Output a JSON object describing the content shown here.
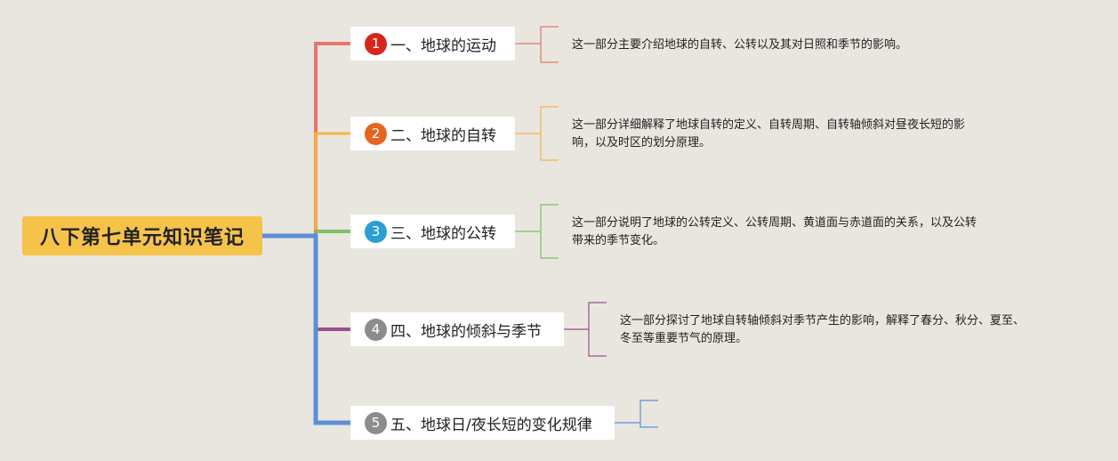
{
  "root": {
    "title": "八下第七单元知识笔记"
  },
  "branches": [
    {
      "num": "1",
      "label": "一、地球的运动",
      "color": "#e8756a",
      "badge": "#d6261b",
      "desc_lines": [
        "这一部分主要介绍地球的自转、公转以及其对日照和季节的影响。"
      ]
    },
    {
      "num": "2",
      "label": "二、地球的自转",
      "color": "#f2b640",
      "badge": "#e5641e",
      "desc_lines": [
        "这一部分详细解释了地球自转的定义、自转周期、自转轴倾斜对昼夜长短的影",
        "响，以及时区的划分原理。"
      ]
    },
    {
      "num": "3",
      "label": "三、地球的公转",
      "color": "#7cc163",
      "badge": "#2a9fd6",
      "desc_lines": [
        "这一部分说明了地球的公转定义、公转周期、黄道面与赤道面的关系，以及公转",
        "带来的季节变化。"
      ]
    },
    {
      "num": "4",
      "label": "四、地球的倾斜与季节",
      "color": "#9b4f8c",
      "badge": "#8c8c8c",
      "desc_lines": [
        "这一部分探讨了地球自转轴倾斜对季节产生的影响，解释了春分、秋分、夏至、",
        "冬至等重要节气的原理。"
      ]
    },
    {
      "num": "5",
      "label": "五、地球日/夜长短的变化规律",
      "color": "#5b8fd6",
      "badge": "#8c8c8c",
      "desc_lines": []
    }
  ]
}
